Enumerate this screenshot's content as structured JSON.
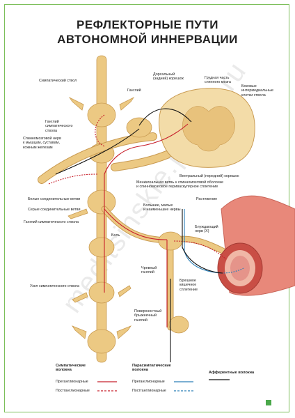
{
  "title": {
    "line1": "РЕФЛЕКТОРНЫЕ ПУТИ",
    "line2": "АВТОНОМНОЙ ИННЕРВАЦИИ"
  },
  "labels": {
    "sympathetic_trunk": "Симпатический ствол",
    "ganglion": "Ганглий",
    "dorsal_root": "Дорсальный\n(задний) корешок",
    "thoracic_cord": "Грудная часть\nспинного мозга",
    "lateral_intermediate": "Боковые\nинтермедиальные\nклетки ствола",
    "ganglion_of_trunk": "Ганглий\nсимпатического\nствола",
    "spinal_nerve": "Спинномозговой нерв\nк мышцам, суставам,\nкожным железам",
    "ventral_root": "Вентральный (передний) корешок",
    "meningeal_branch": "Менингеальная ветвь к спинномозговой оболочке\nи спинномозговое периваскулярное сплетение",
    "white_rami": "Белые соединительные ветви",
    "gray_rami": "Серые соединительные ветви",
    "greater_splanchnic": "Большие, малые\nи наименьшие нервы",
    "stretching": "Растяжение",
    "ganglion_sympathetic_trunk": "Ганглий симпатического ствола",
    "vagus": "Блуждающий\nнерв (X)",
    "pain": "Боль",
    "celiac": "Чревный\nганглий",
    "node": "Узел симпатического ствола",
    "abdominal_plexus": "Брюшное\nкишечное\nсплетение",
    "superior_mesenteric": "Поверхностный\nбрыжеечный\nганглий"
  },
  "legend": {
    "sympathetic": {
      "heading": "Симпатические\nволокна",
      "pre": "Преганглионарные",
      "post": "Постганглионарные"
    },
    "parasympathetic": {
      "heading": "Парасимпатические\nволокна",
      "pre": "Преганглионарные",
      "post": "Постганглионарные"
    },
    "afferent": {
      "heading": "Афферентные волокна"
    }
  },
  "watermark": "meditsinskie.plakat.ru",
  "colors": {
    "nerve": "#ecc983",
    "nerve_stroke": "#c99b52",
    "sym": "#c8202c",
    "para": "#2a7fb8",
    "aff": "#111111",
    "gut": "#e8887a",
    "frame": "#7cbf5a"
  }
}
